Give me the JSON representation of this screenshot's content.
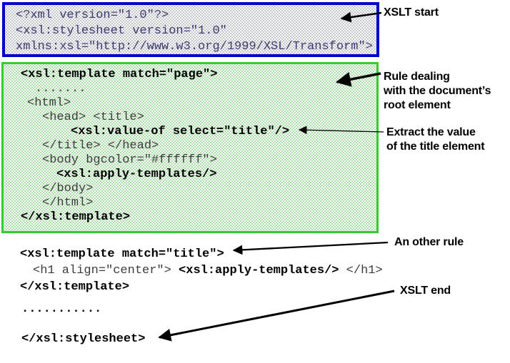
{
  "colors": {
    "blue_box_border": "#0000cd",
    "green_box_border": "#33cc33",
    "blue_box_code_text": "#3b3b73",
    "code_regular_text": "#3d3d3d",
    "code_bold_text": "#000000",
    "annotation_text": "#000000",
    "background": "#ffffff"
  },
  "xslt_start_box": {
    "lines": [
      "<?xml version=\"1.0\"?>",
      "<xsl:stylesheet version=\"1.0\"",
      "xmlns:xsl=\"http://www.w3.org/1999/XSL/Transform\">"
    ]
  },
  "template_page_box": {
    "lines": [
      "<xsl:template match=\"page\">",
      ".......",
      "<html>",
      "<head> <title>",
      "<xsl:value-of select=\"title\"/>",
      "</title> </head>",
      "<body bgcolor=\"#ffffff\">",
      "<xsl:apply-templates/>",
      "</body>",
      "</html>",
      "</xsl:template>"
    ]
  },
  "template_title_code": {
    "line1": "<xsl:template match=\"title\">",
    "line2_open": "<h1 align=\"center\"> ",
    "line2_bold": "<xsl:apply-templates/>",
    "line2_close": " </h1>",
    "line3": "</xsl:template>"
  },
  "ellipsis_line": "...........",
  "stylesheet_close_line": "</xsl:stylesheet>",
  "annotations": {
    "xslt_start": "XSLT start",
    "root_rule": [
      "Rule dealing",
      "with the document’s",
      "root element"
    ],
    "extract_title": [
      "Extract the value",
      "of the title element"
    ],
    "another_rule": "An other rule",
    "xslt_end": "XSLT end"
  }
}
